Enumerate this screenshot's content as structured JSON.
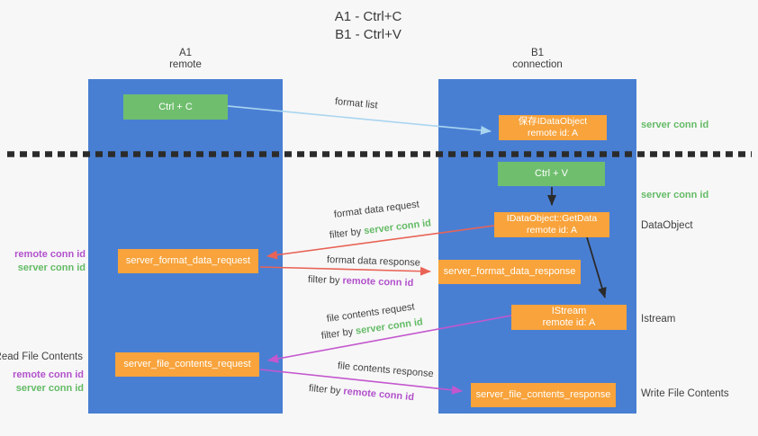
{
  "colors": {
    "background": "#f7f7f7",
    "column_blue": "#497fd3",
    "green_box": "#6fbe6e",
    "orange_box": "#f8a33b",
    "arrow_red": "#e96356",
    "arrow_magenta": "#c457ce",
    "arrow_lightblue": "#a9d5f0",
    "arrow_black": "#2b2b2b",
    "text_green": "#64bb66",
    "text_purple": "#b252cc",
    "text_dark": "#3f3f3f"
  },
  "title": {
    "line1": "A1 - Ctrl+C",
    "line2": "B1 - Ctrl+V"
  },
  "columns": {
    "left": {
      "name": "A1",
      "subtitle": "remote"
    },
    "right": {
      "name": "B1",
      "subtitle": "connection"
    }
  },
  "boxes": {
    "ctrl_c": {
      "label": "Ctrl + C"
    },
    "save_dataobject": {
      "line1": "保存IDataObject",
      "line2": "remote id: A"
    },
    "ctrl_v": {
      "label": "Ctrl + V"
    },
    "getdata": {
      "line1": "IDataObject::GetData",
      "line2": "remote id: A"
    },
    "istream": {
      "line1": "IStream",
      "line2": "remote id: A"
    },
    "format_request": {
      "label": "server_format_data_request"
    },
    "format_response": {
      "label": "server_format_data_response"
    },
    "file_request": {
      "label": "server_file_contents_request"
    },
    "file_response": {
      "label": "server_file_contents_response"
    }
  },
  "arrow_labels": {
    "format_list": "format list",
    "format_data_request": "format data request",
    "format_data_response": "format data response",
    "file_contents_request": "file contents request",
    "file_contents_response": "file contents response",
    "filter_by": "filter by ",
    "server_conn_id": "server conn id",
    "remote_conn_id": "remote conn id"
  },
  "side_labels": {
    "right_server_conn_id_top": "server conn id",
    "right_server_conn_id_mid": "server conn id",
    "dataobject": "DataObject",
    "istream": "Istream",
    "write_file_contents": "Write File Contents",
    "left_remote_conn_id_mid": "remote conn id",
    "left_server_conn_id_mid": "server conn id",
    "read_file_contents": "Read File Contents",
    "left_remote_conn_id_bottom": "remote conn id",
    "left_server_conn_id_bottom": "server conn id"
  }
}
